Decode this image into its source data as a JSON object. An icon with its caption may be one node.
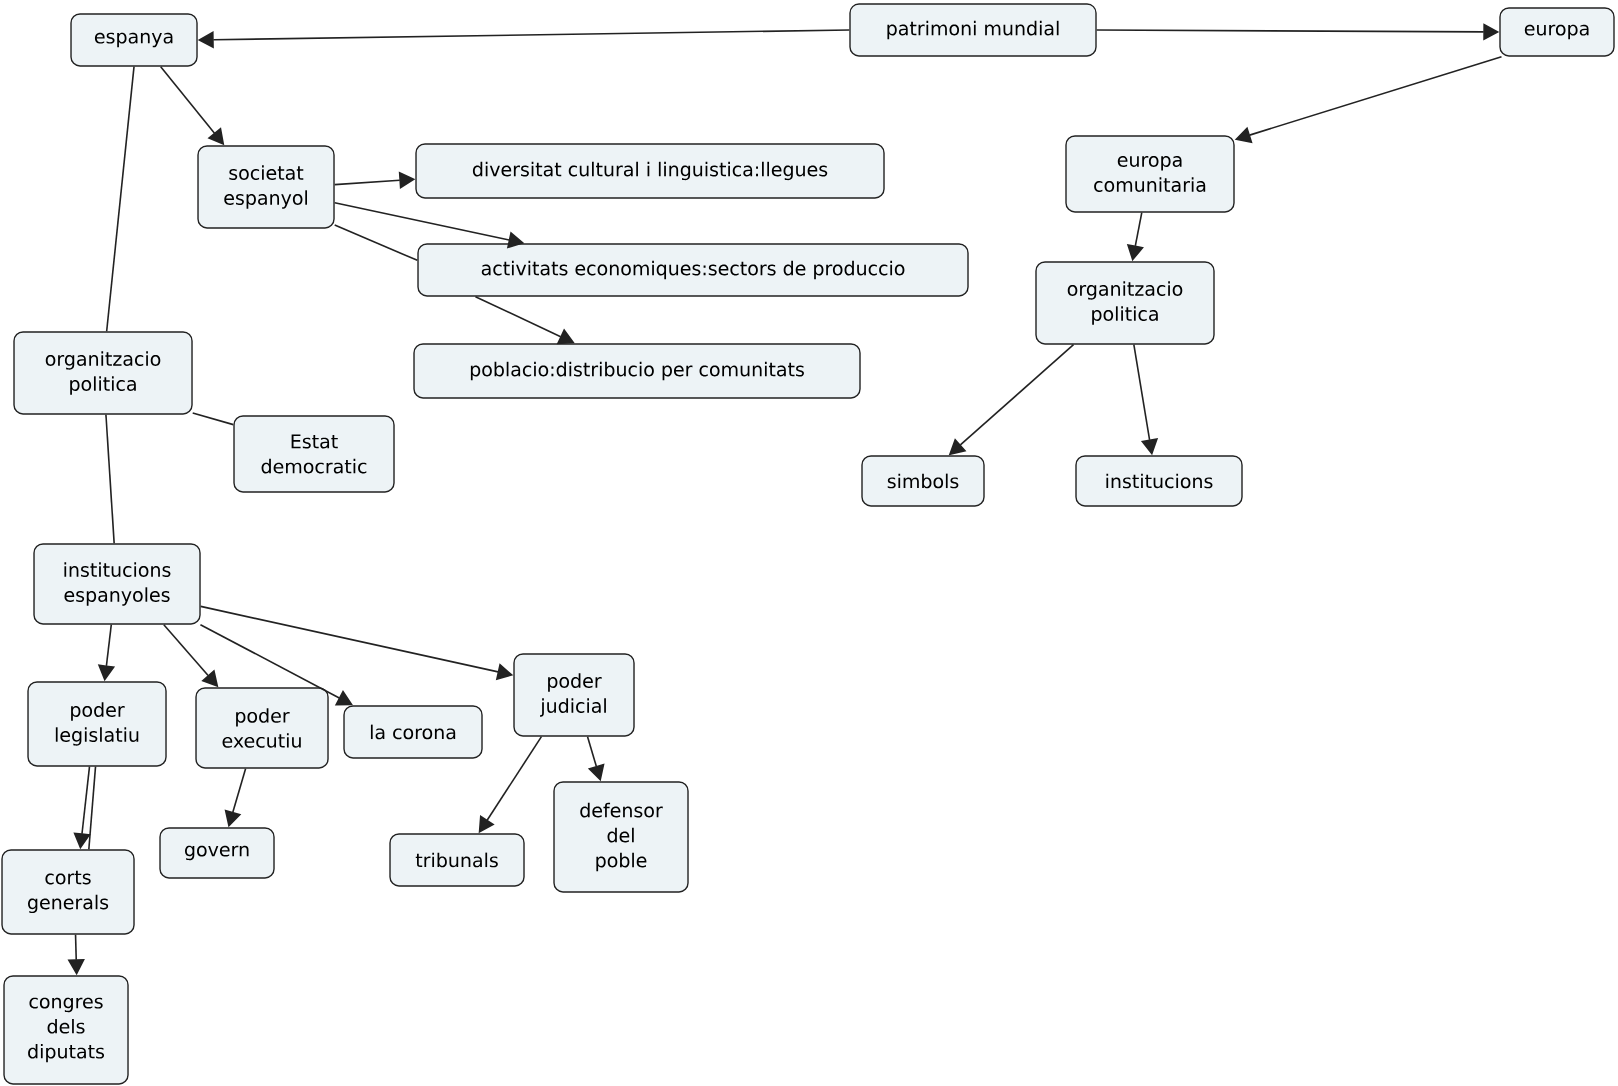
{
  "diagram": {
    "nodes": [
      {
        "text": [
          "espanya"
        ]
      },
      {
        "text": [
          "patrimoni mundial"
        ]
      },
      {
        "text": [
          "europa"
        ]
      },
      {
        "text": [
          "societat espanyol"
        ]
      },
      {
        "text": [
          "diversitat cultural i linguistica:llegues"
        ]
      },
      {
        "text": [
          "activitats economiques:sectors de produccio"
        ]
      },
      {
        "text": [
          "poblacio:distribucio per comunitats"
        ]
      },
      {
        "text": [
          "europa comunitaria"
        ]
      },
      {
        "text": [
          "organitzacio politica"
        ]
      },
      {
        "text": [
          "organitzacio politica"
        ]
      },
      {
        "text": [
          "Estat democratic"
        ]
      },
      {
        "text": [
          "simbols"
        ]
      },
      {
        "text": [
          "institucions"
        ]
      },
      {
        "text": [
          "institucions espanyoles"
        ]
      },
      {
        "text": [
          "poder legislatiu"
        ]
      },
      {
        "text": [
          "poder executiu"
        ]
      },
      {
        "text": [
          "la corona"
        ]
      },
      {
        "text": [
          "poder judicial"
        ]
      },
      {
        "text": [
          "govern"
        ]
      },
      {
        "text": [
          "tribunals"
        ]
      },
      {
        "text": [
          "defensor del poble"
        ]
      },
      {
        "text": [
          "corts generals"
        ]
      },
      {
        "text": [
          "congres dels diputats"
        ]
      }
    ],
    "edges": [
      {
        "from": 1,
        "to": 0,
        "arrow": "to"
      },
      {
        "from": 1,
        "to": 2,
        "arrow": "to"
      },
      {
        "from": 0,
        "to": 3,
        "arrow": "to"
      },
      {
        "from": 0,
        "to": 9,
        "arrow": "none"
      },
      {
        "from": 3,
        "to": 4,
        "arrow": "to"
      },
      {
        "from": 3,
        "to": 5,
        "arrow": "to"
      },
      {
        "from": 3,
        "to": 5,
        "arrow": "none"
      },
      {
        "from": 5,
        "to": 6,
        "arrow": "to"
      },
      {
        "from": 9,
        "to": 10,
        "arrow": "none"
      },
      {
        "from": 9,
        "to": 13,
        "arrow": "none"
      },
      {
        "from": 2,
        "to": 7,
        "arrow": "to"
      },
      {
        "from": 7,
        "to": 8,
        "arrow": "to"
      },
      {
        "from": 8,
        "to": 11,
        "arrow": "to"
      },
      {
        "from": 8,
        "to": 12,
        "arrow": "to"
      },
      {
        "from": 13,
        "to": 14,
        "arrow": "to"
      },
      {
        "from": 13,
        "to": 15,
        "arrow": "to"
      },
      {
        "from": 13,
        "to": 16,
        "arrow": "to"
      },
      {
        "from": 13,
        "to": 17,
        "arrow": "to"
      },
      {
        "from": 14,
        "to": 21,
        "arrow": "to"
      },
      {
        "from": 14,
        "to": 21,
        "arrow": "none"
      },
      {
        "from": 15,
        "to": 18,
        "arrow": "to"
      },
      {
        "from": 17,
        "to": 19,
        "arrow": "to"
      },
      {
        "from": 17,
        "to": 20,
        "arrow": "to"
      },
      {
        "from": 21,
        "to": 22,
        "arrow": "to"
      }
    ]
  }
}
